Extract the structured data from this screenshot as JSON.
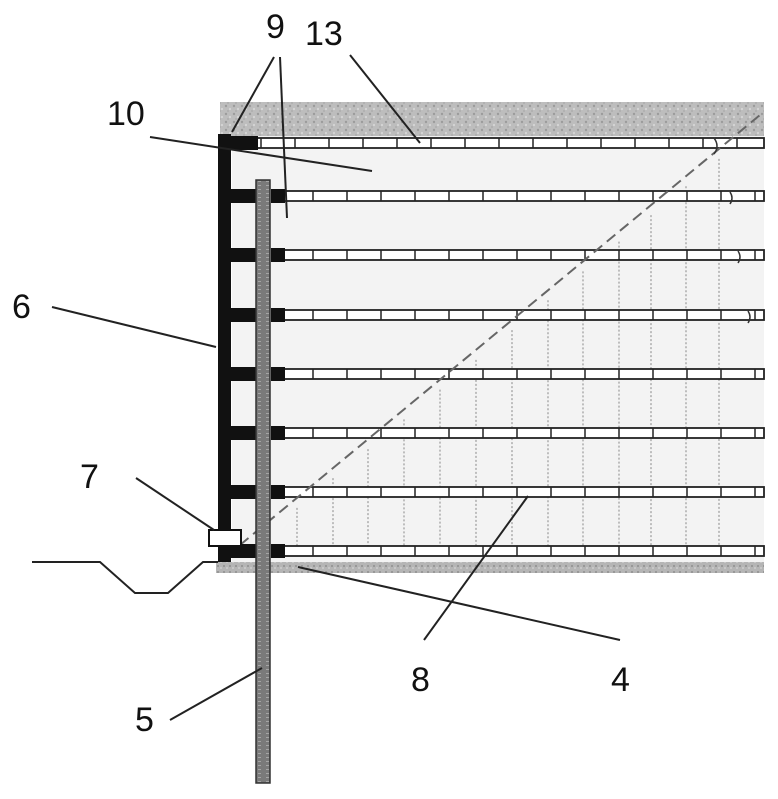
{
  "labels": {
    "l9": "9",
    "l13": "13",
    "l10": "10",
    "l6": "6",
    "l7": "7",
    "l8": "8",
    "l4": "4",
    "l5": "5"
  },
  "colors": {
    "soil_top": "#b8b8b8",
    "fill_area": "#f2f2f2",
    "frame": "#111111",
    "pile": "#555555",
    "lines": "#222222",
    "dotted": "#9a9a9a"
  },
  "layers": 8
}
